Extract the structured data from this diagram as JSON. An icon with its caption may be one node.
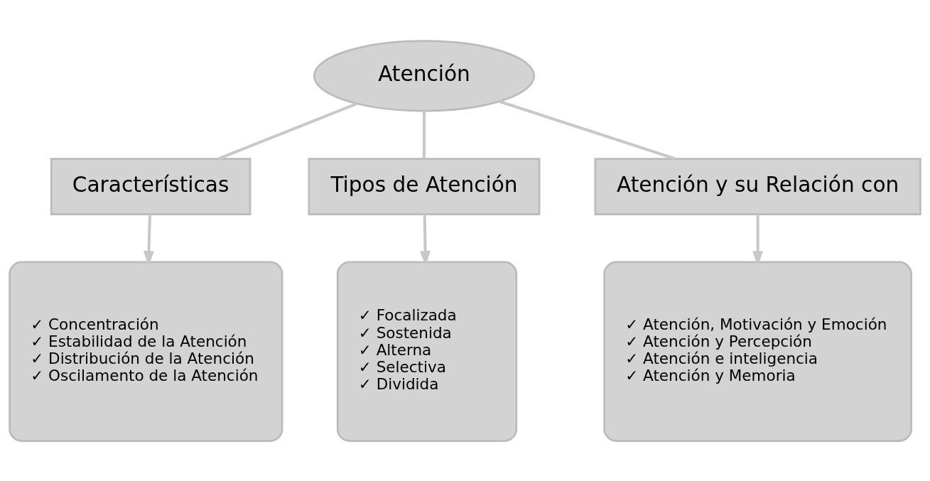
{
  "diagram": {
    "nodes": [
      {
        "text": [
          "Atención"
        ]
      },
      {
        "text": [
          "Características"
        ]
      },
      {
        "text": [
          "Tipos de Atención"
        ]
      },
      {
        "text": [
          "Atención y su Relación con"
        ]
      },
      {
        "text": [
          "✓ Concentración",
          "✓ Estabilidad de la Atención",
          "✓ Distribución de la Atención",
          "✓ Oscilamento de la Atención"
        ]
      },
      {
        "text": [
          "✓ Focalizada",
          "✓ Sostenida",
          "✓ Alterna",
          "✓ Selectiva",
          "✓ Dividida"
        ]
      },
      {
        "text": [
          "✓ Atención, Motivación y Emoción",
          "✓ Atención y Percepción",
          "✓ Atención e inteligencia",
          "✓ Atención y Memoria"
        ]
      }
    ],
    "edges": [
      {
        "from": 0,
        "to": 1,
        "arrow": "none"
      },
      {
        "from": 0,
        "to": 2,
        "arrow": "none"
      },
      {
        "from": 0,
        "to": 3,
        "arrow": "none"
      },
      {
        "from": 1,
        "to": 4,
        "arrow": "to"
      },
      {
        "from": 2,
        "to": 5,
        "arrow": "to"
      },
      {
        "from": 3,
        "to": 6,
        "arrow": "to"
      }
    ]
  }
}
